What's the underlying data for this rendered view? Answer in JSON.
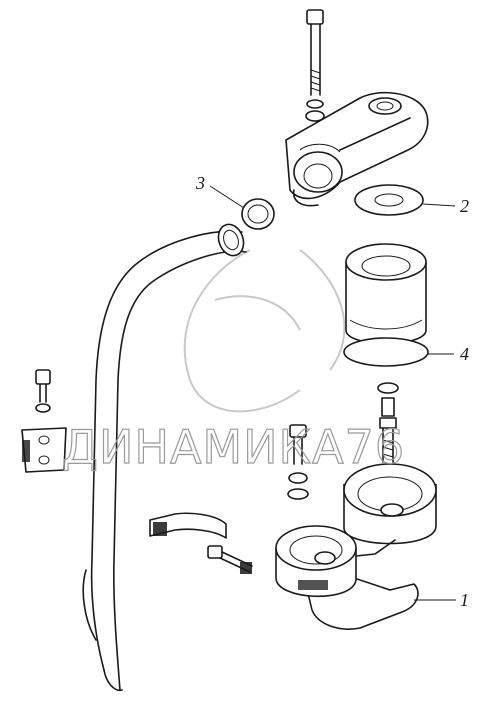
{
  "diagram": {
    "callouts": [
      {
        "id": "1",
        "label": "1"
      },
      {
        "id": "2",
        "label": "2"
      },
      {
        "id": "3",
        "label": "3"
      },
      {
        "id": "4",
        "label": "4"
      }
    ],
    "watermark": "ДИНАМИКА76",
    "colors": {
      "ink": "#1a1a1a",
      "watermark": "#9a9a9a",
      "background": "#ffffff"
    }
  }
}
